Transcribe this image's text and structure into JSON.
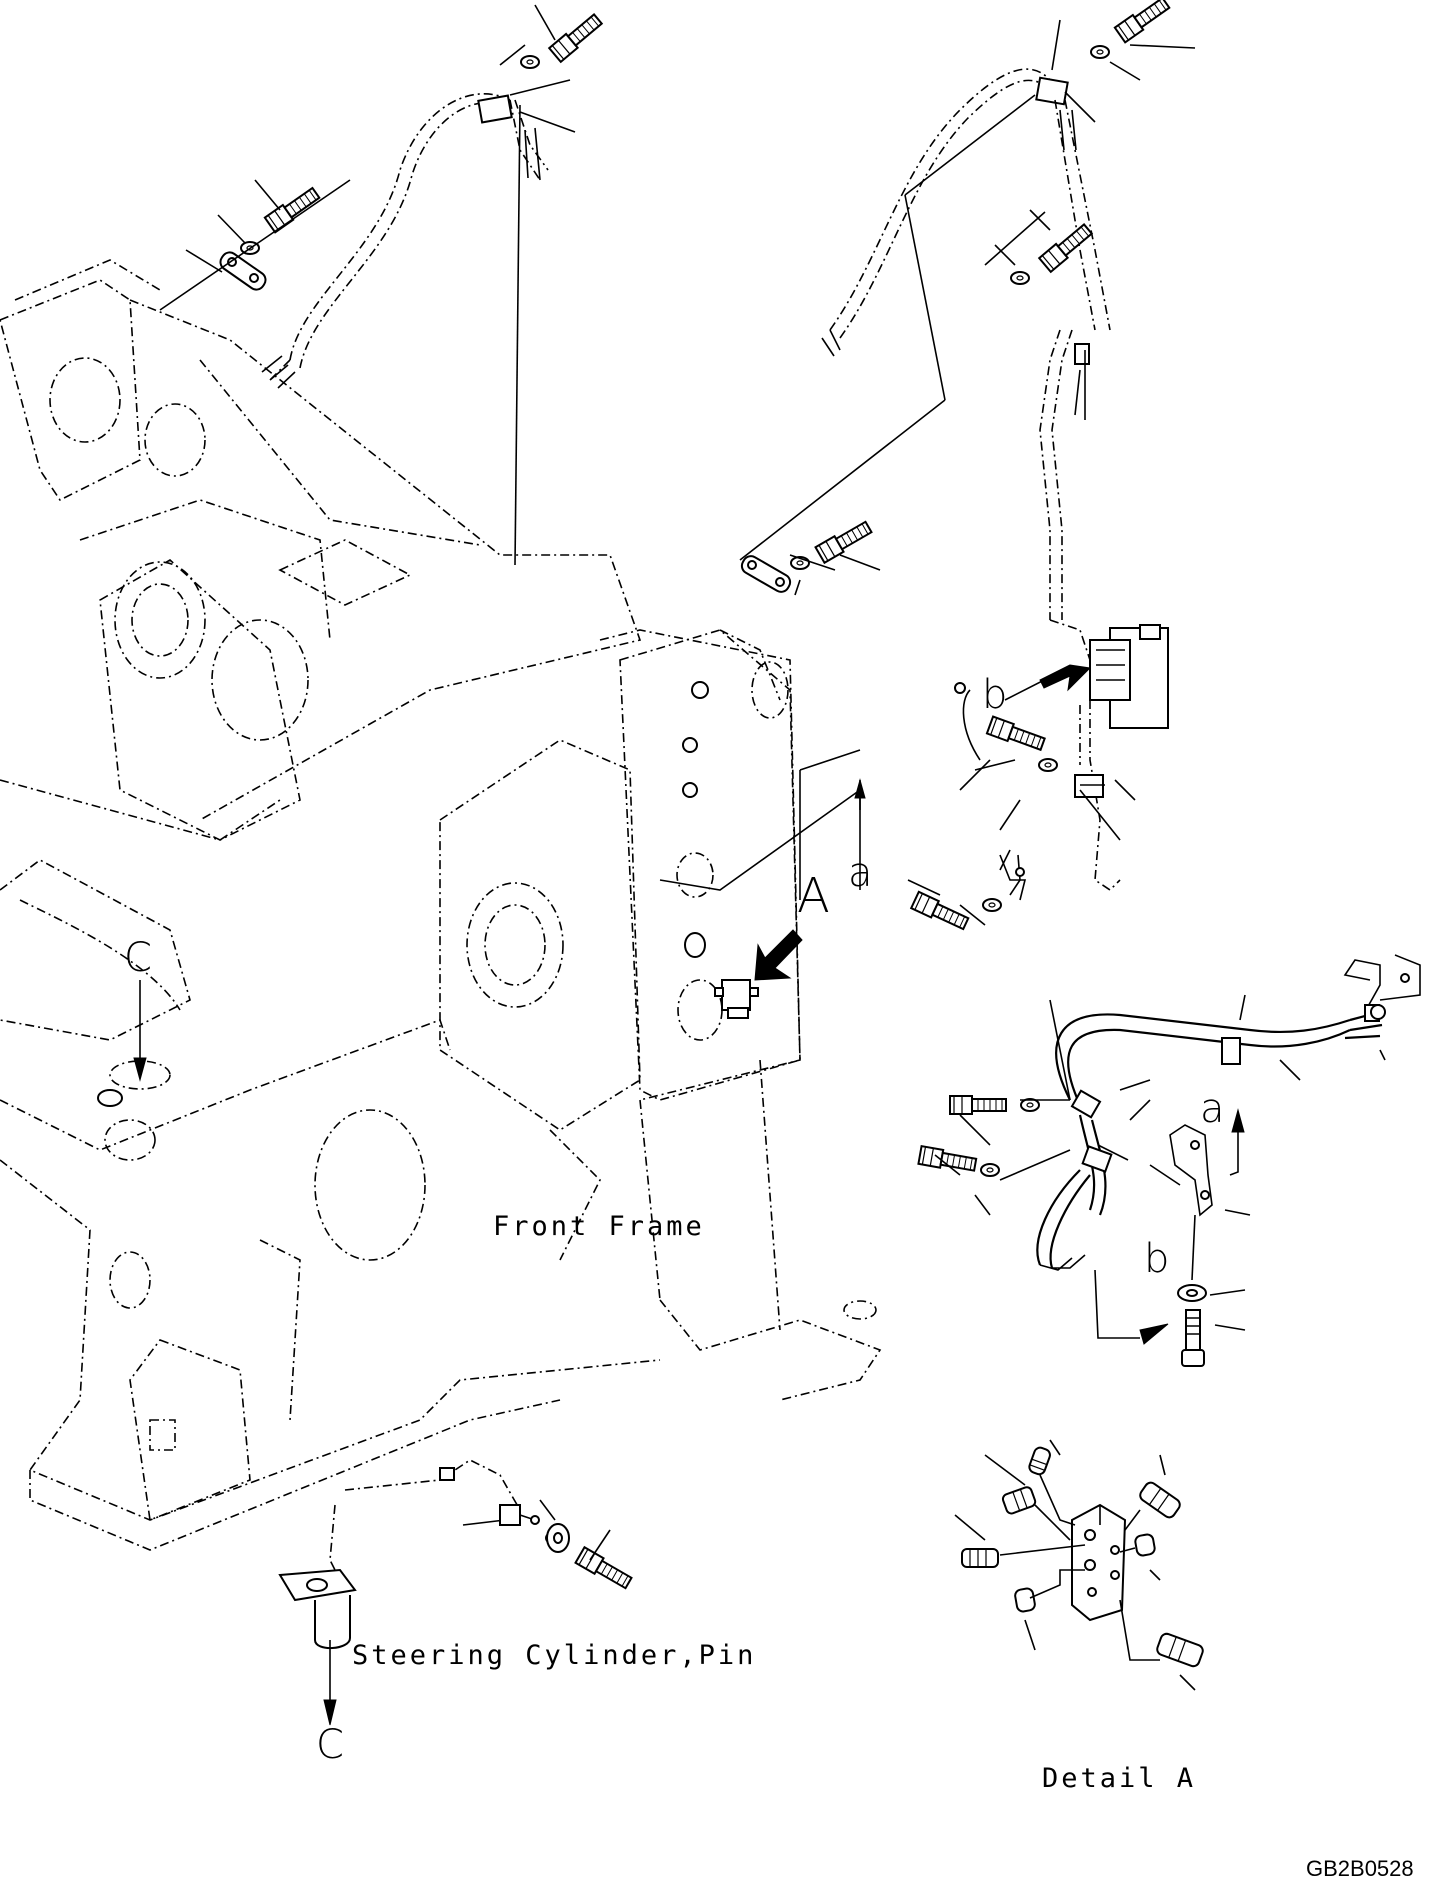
{
  "labels": {
    "front_frame": "Front Frame",
    "steering_cylinder_pin": "Steering Cylinder,Pin",
    "detail_a": "Detail A",
    "drawing_code": "GB2B0528"
  },
  "view_refs": {
    "A_arrow": "A",
    "a_main": "a",
    "a_detail": "a",
    "b_upper": "b",
    "b_lower": "b",
    "c_upper": "C",
    "c_lower": "C"
  },
  "colors": {
    "ink": "#000000",
    "paper": "#ffffff"
  }
}
